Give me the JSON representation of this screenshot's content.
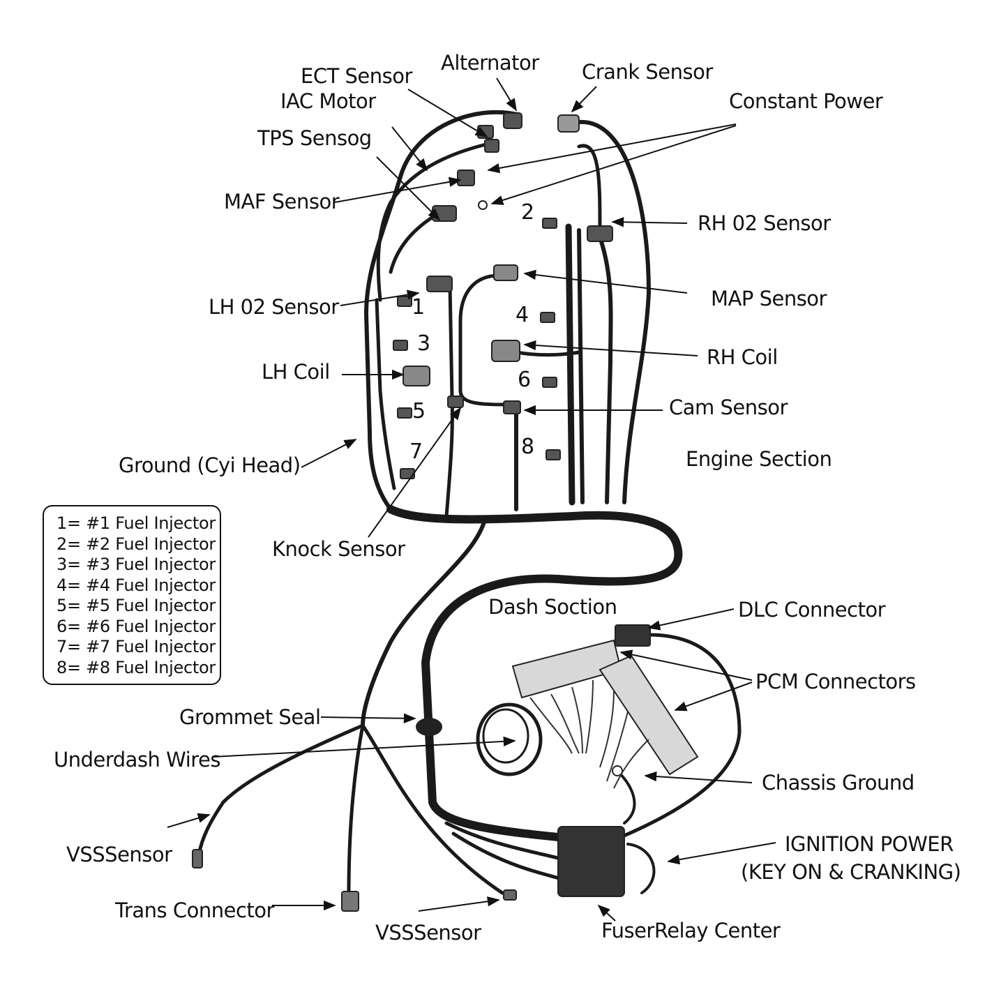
{
  "labels": {
    "alternator": "Alternator",
    "ect_sensor": "ECT Sensor",
    "crank_sensor": "Crank Sensor",
    "iac_motor": "IAC Motor",
    "constant_power": "Constant Power",
    "tps_sensor": "TPS Sensog",
    "maf_sensor": "MAF Sensor",
    "rh_o2_sensor": "RH 02 Sensor",
    "map_sensor": "MAP Sensor",
    "lh_o2_sensor": "LH 02 Sensor",
    "rh_coil": "RH Coil",
    "lh_coil": "LH Coil",
    "cam_sensor": "Cam Sensor",
    "engine_section": "Engine Section",
    "ground_cyl_head": "Ground (Cyi Head)",
    "knock_sensor": "Knock Sensor",
    "dash_section": "Dash Soction",
    "dlc_connector": "DLC Connector",
    "pcm_connectors": "PCM Connectors",
    "grommet_seal": "Grommet Seal",
    "underdash_wires": "Underdash Wires",
    "chassis_ground": "Chassis Ground",
    "vss_sensor_left": "VSSSensor",
    "ignition_power_1": "IGNITION POWER",
    "ignition_power_2": "(KEY ON & CRANKING)",
    "trans_connector": "Trans Connector",
    "vss_sensor_bottom": "VSSSensor",
    "fuse_relay_center": "FuserRelay Center"
  },
  "injector_numbers": [
    "1",
    "2",
    "3",
    "4",
    "5",
    "6",
    "7",
    "8"
  ],
  "legend": [
    "1= #1 Fuel  Injector",
    "2= #2 Fuel  Injector",
    "3= #3 Fuel  Injector",
    "4= #4 Fuel  Injector",
    "5= #5 Fuel  Injector",
    "6= #6 Fuel  Injector",
    "7= #7 Fuel  Injector",
    "8= #8 Fuel  Injector"
  ],
  "colors": {
    "wire": "#1a1a1a",
    "connector": "#555555",
    "label": "#111111",
    "pcm": "#d8d8d8"
  }
}
